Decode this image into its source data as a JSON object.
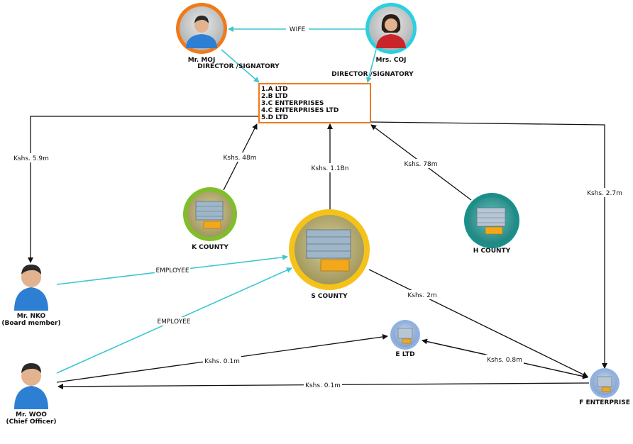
{
  "nodes": {
    "mr_moj": {
      "name": "Mr. MOJ",
      "role": "DIRECTOR /SIGNATORY"
    },
    "mrs_coj": {
      "name": "Mrs. COJ",
      "role": "DIRECTOR /SIGNATORY"
    },
    "companies": [
      "1.A LTD",
      "2.B LTD",
      "3.C ENTERPRISES",
      "4.C ENTERPRISES LTD",
      "5.D LTD"
    ],
    "k_county": {
      "name": "K COUNTY"
    },
    "s_county": {
      "name": "S COUNTY"
    },
    "h_county": {
      "name": "H COUNTY"
    },
    "mr_nko": {
      "name": "Mr. NKO",
      "role": "(Board member)"
    },
    "mr_woo": {
      "name": "Mr. WOO",
      "role": "(Chief Officer)"
    },
    "e_ltd": {
      "name": "E LTD"
    },
    "f_enterprise": {
      "name": "F ENTERPRISE"
    }
  },
  "edges": {
    "wife": "WIFE",
    "k_to_box": "Kshs. 48m",
    "s_to_box": "Kshs. 1.1Bn",
    "h_to_box": "Kshs. 78m",
    "box_to_nko": "Kshs. 5.9m",
    "box_to_f": "Kshs. 2.7m",
    "nko_employee": "EMPLOYEE",
    "woo_employee": "EMPLOYEE",
    "s_to_f": "Kshs. 2m",
    "woo_to_e": "Kshs. 0.1m",
    "f_to_e": "Kshs. 0.8m",
    "f_to_woo": "Kshs. 0.1m"
  },
  "colors": {
    "moj_ring": "#f07a1a",
    "coj_ring": "#2ad0e0",
    "k_ring": "#7fbf2a",
    "s_ring": "#f5c21a",
    "h_ring": "#1a8f8a",
    "small_ring": "#8fb2e0",
    "box_border": "#f07a1a",
    "cyan_edge": "#3cc6d0",
    "black_edge": "#111111"
  }
}
